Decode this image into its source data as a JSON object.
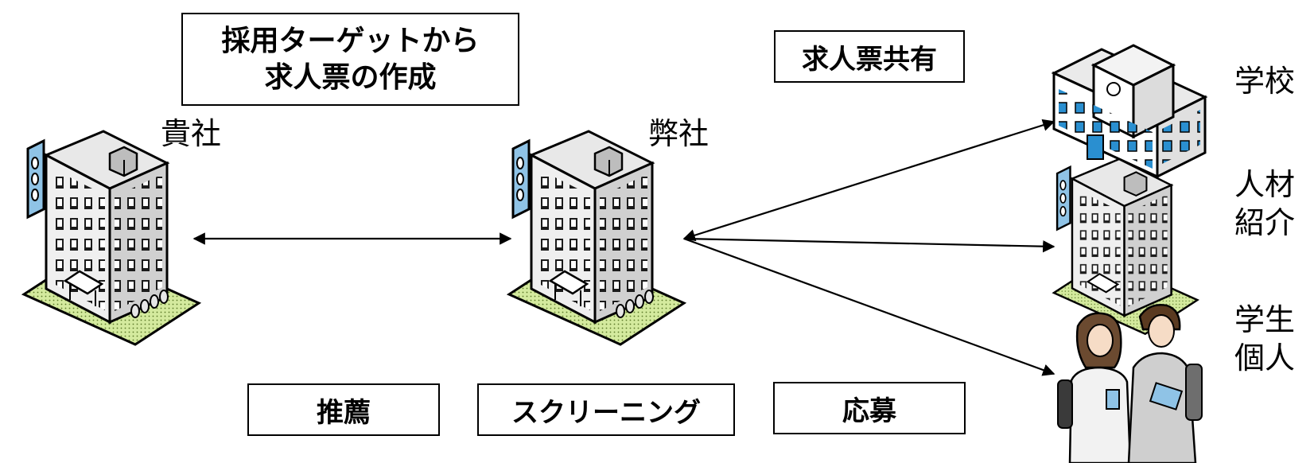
{
  "boxes": {
    "create_posting": {
      "line1": "採用ターゲットから",
      "line2": "求人票の作成"
    },
    "share_posting": "求人票共有",
    "recommend": "推薦",
    "screening": "スクリーニング",
    "apply": "応募"
  },
  "nodes": {
    "your_company": "貴社",
    "our_company": "弊社",
    "school": "学校",
    "agency": {
      "line1": "人材",
      "line2": "紹介"
    },
    "individual": {
      "line1": "学生",
      "line2": "個人"
    }
  },
  "colors": {
    "building_wall": "#e8e8e8",
    "building_side": "#cfcfcf",
    "window": "#1b1b1b",
    "glass_blue": "#8fc3e6",
    "lawn": "#c9e59a",
    "outline": "#000000"
  },
  "icons": [
    "office-building-icon",
    "school-building-icon",
    "agency-building-icon",
    "students-icon"
  ]
}
